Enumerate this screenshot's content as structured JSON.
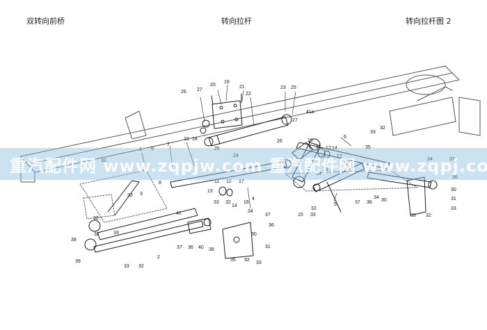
{
  "header": {
    "left_title": "双转向前桥",
    "center_title": "转向拉杆",
    "right_title": "转向拉杆图 2"
  },
  "watermark": {
    "text": "重汽配件网 www.zqpjw.com 重汽配件网 www.zqpj.com"
  },
  "callouts": [
    "1",
    "2",
    "3",
    "4",
    "5",
    "6",
    "7",
    "8",
    "9",
    "10",
    "11",
    "12",
    "13",
    "14",
    "15",
    "16",
    "17",
    "18",
    "19",
    "20",
    "21",
    "22",
    "23",
    "24",
    "25",
    "26",
    "27",
    "30",
    "31",
    "32",
    "33",
    "34",
    "35",
    "36",
    "37",
    "38",
    "39",
    "40",
    "41",
    "41a"
  ],
  "colors": {
    "line": "#1a1a1a",
    "watermark_band": "#8cbee1"
  }
}
